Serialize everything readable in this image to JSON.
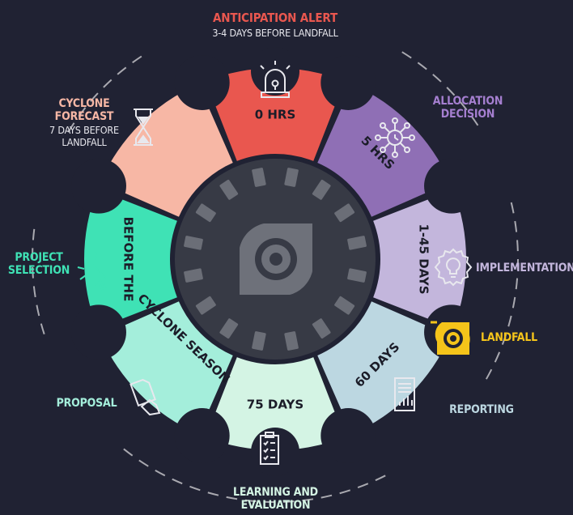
{
  "colors": {
    "background": "#202233",
    "ring_inner": "#373a45",
    "center_icon": "#6e717a",
    "dashed_circle": "#a9a9b0",
    "dark_text": "#1b1c28",
    "icon_line": "#e8e8ee",
    "landfall": "#f5c41a"
  },
  "center": {
    "icon": "cyclone-icon"
  },
  "segments": [
    {
      "label": "0 HRS",
      "color": "#e9574f"
    },
    {
      "label": "5 HRS",
      "color": "#8f6fb5"
    },
    {
      "label": "1-45 DAYS",
      "color": "#c3b6dc"
    },
    {
      "label": "60 DAYS",
      "color": "#bcd7e1"
    },
    {
      "label": "75 DAYS",
      "color": "#d4f4e4"
    },
    {
      "label": "CYCLONE SEASON",
      "color": "#a4eedb"
    },
    {
      "label": "BEFORE THE",
      "color": "#3fe2b5"
    },
    {
      "label": "",
      "color": "#f7b7a5"
    }
  ],
  "stages": {
    "anticipation_alert": {
      "title": "ANTICIPATION ALERT",
      "subtitle": "3-4 DAYS BEFORE LANDFALL",
      "color": "#e9574f",
      "icon": "siren-icon"
    },
    "allocation_decision": {
      "title": "ALLOCATION DECISION",
      "color": "#a57fd0",
      "icon": "network-icon"
    },
    "implementation": {
      "title": "IMPLEMENTATION",
      "color": "#c3b6dc",
      "icon": "gear-bulb-icon"
    },
    "landfall": {
      "title": "LANDFALL",
      "color": "#f5c41a",
      "icon": "cyclone-icon"
    },
    "reporting": {
      "title": "REPORTING",
      "color": "#bcd7e1",
      "icon": "report-icon"
    },
    "learning_evaluation": {
      "title": "LEARNING AND EVALUATION",
      "color": "#d4f4e4",
      "icon": "checklist-icon"
    },
    "proposal": {
      "title": "PROPOSAL",
      "color": "#a4eedb",
      "icon": "document-hand-icon"
    },
    "project_selection": {
      "title": "PROJECT SELECTION",
      "color": "#3fe2b5",
      "icon": "cursor-click-icon"
    },
    "cyclone_forecast": {
      "title": "CYCLONE FORECAST",
      "subtitle": "7 DAYS BEFORE LANDFALL",
      "color": "#f7b7a5",
      "icon": "hourglass-icon"
    }
  }
}
